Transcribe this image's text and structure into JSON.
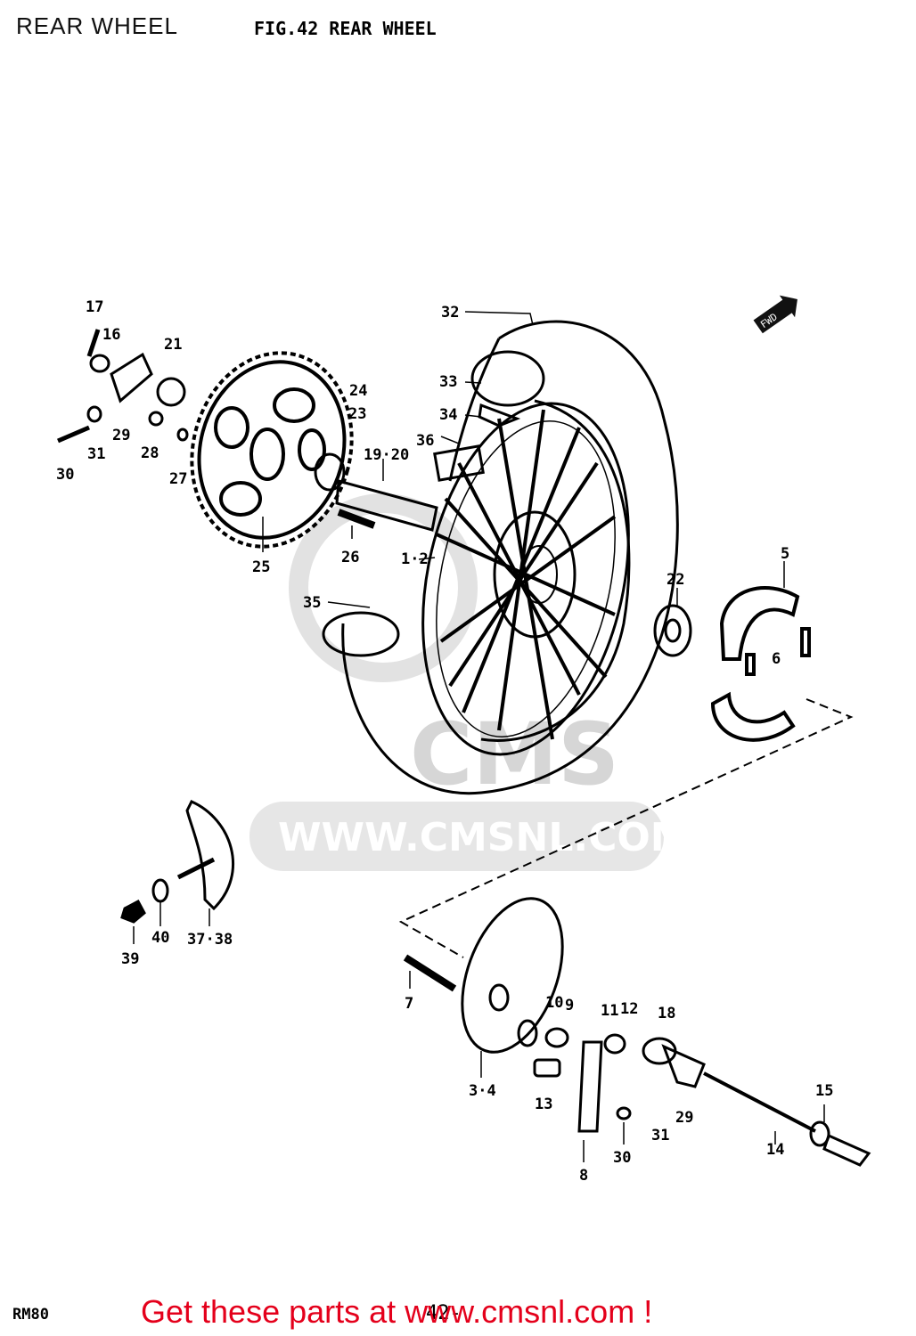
{
  "header": {
    "page_title": "REAR WHEEL",
    "figure_title": "FIG.42  REAR WHEEL"
  },
  "footer": {
    "model_code": "RM80",
    "page_number": "42-",
    "call_to_action": "Get these parts at www.cmsnl.com !"
  },
  "watermark": {
    "logo_text": "CMS",
    "url_text": "WWW.CMSNL.COM"
  },
  "fwd_marker": "FWD",
  "part_labels": [
    "17",
    "16",
    "21",
    "29",
    "31",
    "30",
    "28",
    "27",
    "24",
    "23",
    "25",
    "26",
    "19·20",
    "1·2",
    "32",
    "33",
    "34",
    "36",
    "35",
    "22",
    "5",
    "6",
    "37·38",
    "39",
    "40",
    "7",
    "3·4",
    "10",
    "9",
    "13",
    "8",
    "11",
    "12",
    "18",
    "29",
    "31",
    "30",
    "15",
    "14"
  ]
}
